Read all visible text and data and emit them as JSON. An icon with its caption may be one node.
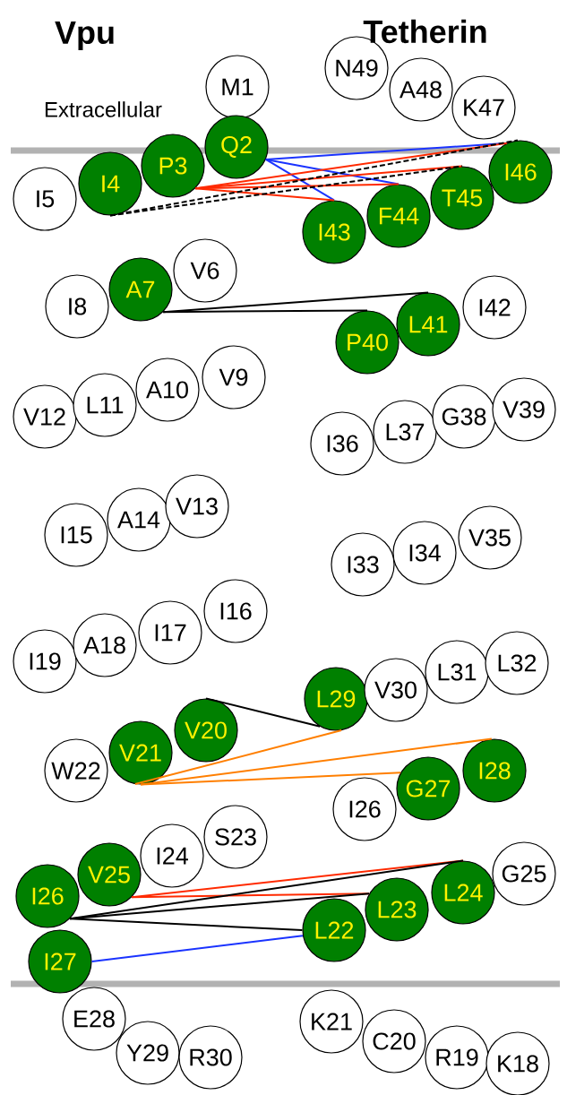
{
  "diagram": {
    "nodes": [
      {
        "text": [
          "M1"
        ]
      },
      {
        "text": [
          "N49"
        ]
      },
      {
        "text": [
          "A48"
        ]
      },
      {
        "text": [
          "K47"
        ]
      },
      {
        "text": [
          "I5"
        ]
      },
      {
        "text": [
          "I4"
        ]
      },
      {
        "text": [
          "P3"
        ]
      },
      {
        "text": [
          "Q2"
        ]
      },
      {
        "text": [
          "I43"
        ]
      },
      {
        "text": [
          "F44"
        ]
      },
      {
        "text": [
          "T45"
        ]
      },
      {
        "text": [
          "I46"
        ]
      },
      {
        "text": [
          "I8"
        ]
      },
      {
        "text": [
          "A7"
        ]
      },
      {
        "text": [
          "V6"
        ]
      },
      {
        "text": [
          "P40"
        ]
      },
      {
        "text": [
          "L41"
        ]
      },
      {
        "text": [
          "I42"
        ]
      },
      {
        "text": [
          "V12"
        ]
      },
      {
        "text": [
          "L11"
        ]
      },
      {
        "text": [
          "A10"
        ]
      },
      {
        "text": [
          "V9"
        ]
      },
      {
        "text": [
          "I36"
        ]
      },
      {
        "text": [
          "L37"
        ]
      },
      {
        "text": [
          "G38"
        ]
      },
      {
        "text": [
          "V39"
        ]
      },
      {
        "text": [
          "I15"
        ]
      },
      {
        "text": [
          "A14"
        ]
      },
      {
        "text": [
          "V13"
        ]
      },
      {
        "text": [
          "I33"
        ]
      },
      {
        "text": [
          "I34"
        ]
      },
      {
        "text": [
          "V35"
        ]
      },
      {
        "text": [
          "I19"
        ]
      },
      {
        "text": [
          "A18"
        ]
      },
      {
        "text": [
          "I17"
        ]
      },
      {
        "text": [
          "I16"
        ]
      },
      {
        "text": [
          "L29"
        ]
      },
      {
        "text": [
          "V30"
        ]
      },
      {
        "text": [
          "L31"
        ]
      },
      {
        "text": [
          "L32"
        ]
      },
      {
        "text": [
          "W22"
        ]
      },
      {
        "text": [
          "V21"
        ]
      },
      {
        "text": [
          "V20"
        ]
      },
      {
        "text": [
          "I26"
        ]
      },
      {
        "text": [
          "G27"
        ]
      },
      {
        "text": [
          "I28"
        ]
      },
      {
        "text": [
          "S23"
        ]
      },
      {
        "text": [
          "I24"
        ]
      },
      {
        "text": [
          "V25"
        ]
      },
      {
        "text": [
          "I26"
        ]
      },
      {
        "text": [
          "L24"
        ]
      },
      {
        "text": [
          "G25"
        ]
      },
      {
        "text": [
          "L23"
        ]
      },
      {
        "text": [
          "L22"
        ]
      },
      {
        "text": [
          "I27"
        ]
      },
      {
        "text": [
          "E28"
        ]
      },
      {
        "text": [
          "K21"
        ]
      },
      {
        "text": [
          "C20"
        ]
      },
      {
        "text": [
          "Y29"
        ]
      },
      {
        "text": [
          "R30"
        ]
      },
      {
        "text": [
          "R19"
        ]
      },
      {
        "text": [
          "K18"
        ]
      }
    ],
    "edges": [
      {
        "from": 7,
        "to": 11,
        "arrow": "none",
        "color": "#1a33ff"
      },
      {
        "from": 7,
        "to": 9,
        "arrow": "none",
        "color": "#1a33ff"
      },
      {
        "from": 7,
        "to": 8,
        "arrow": "none",
        "color": "#1a33ff"
      },
      {
        "from": 6,
        "to": 11,
        "arrow": "none",
        "color": "#ff2a00"
      },
      {
        "from": 6,
        "to": 10,
        "arrow": "none",
        "color": "#ff2a00"
      },
      {
        "from": 6,
        "to": 9,
        "arrow": "none",
        "color": "#ff2a00"
      },
      {
        "from": 6,
        "to": 8,
        "arrow": "none",
        "color": "#ff2a00"
      },
      {
        "from": 5,
        "to": 11,
        "arrow": "none",
        "style": "dashed"
      },
      {
        "from": 5,
        "to": 10,
        "arrow": "none",
        "style": "dashed"
      },
      {
        "from": 13,
        "to": 16,
        "arrow": "none"
      },
      {
        "from": 13,
        "to": 15,
        "arrow": "none"
      },
      {
        "from": 42,
        "to": 36,
        "arrow": "none"
      },
      {
        "from": 41,
        "to": 36,
        "arrow": "none",
        "color": "#ff7f00"
      },
      {
        "from": 41,
        "to": 45,
        "arrow": "none",
        "color": "#ff7f00"
      },
      {
        "from": 41,
        "to": 44,
        "arrow": "none",
        "color": "#ff7f00"
      },
      {
        "from": 48,
        "to": 50,
        "arrow": "none",
        "color": "#ff2a00"
      },
      {
        "from": 48,
        "to": 52,
        "arrow": "none",
        "color": "#ff2a00"
      },
      {
        "from": 49,
        "to": 50,
        "arrow": "none"
      },
      {
        "from": 49,
        "to": 52,
        "arrow": "none"
      },
      {
        "from": 49,
        "to": 53,
        "arrow": "none"
      },
      {
        "from": 54,
        "to": 53,
        "arrow": "none",
        "color": "#1a33ff"
      }
    ],
    "labels": [
      "Vpu",
      "Tetherin",
      "Extracellular"
    ]
  }
}
